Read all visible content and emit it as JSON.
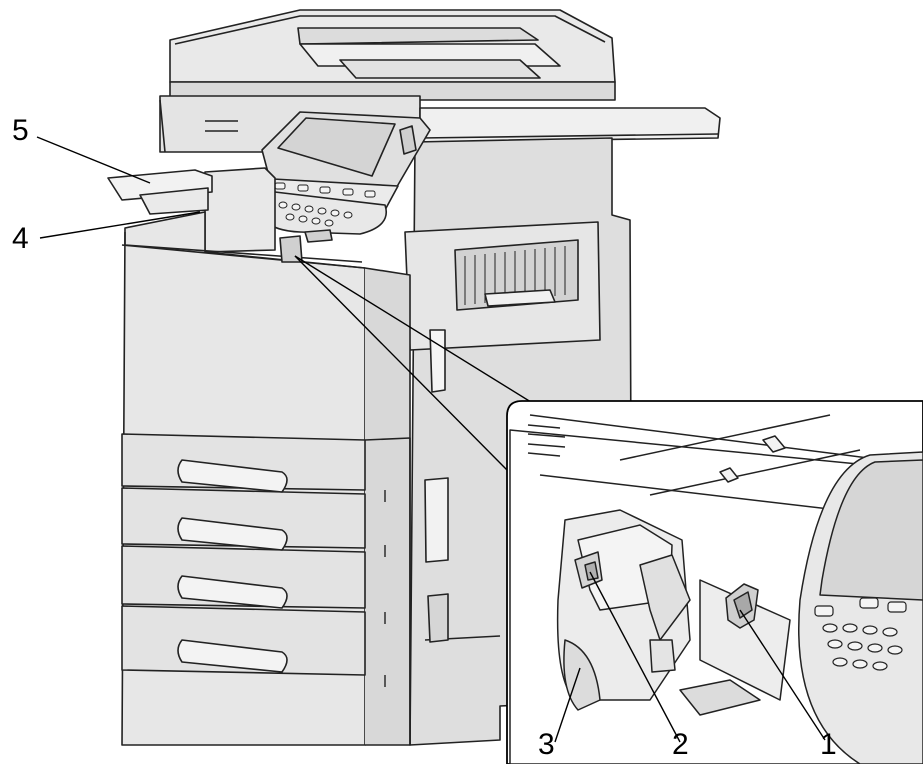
{
  "callouts": [
    {
      "id": "1",
      "label": "1"
    },
    {
      "id": "2",
      "label": "2"
    },
    {
      "id": "3",
      "label": "3"
    },
    {
      "id": "4",
      "label": "4"
    },
    {
      "id": "5",
      "label": "5"
    }
  ],
  "colors": {
    "body": "#e6e6e6",
    "body_light": "#f1f1f1",
    "body_dark": "#cfcfcf",
    "shadow": "#b8b8b8",
    "outline": "#222222",
    "screen": "#d8d8d8",
    "inset_bg": "#ffffff"
  }
}
